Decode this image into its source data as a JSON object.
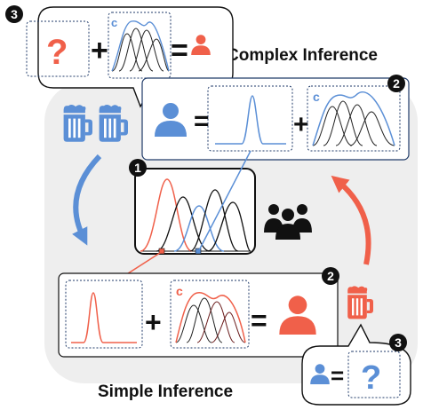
{
  "titles": {
    "complex": "Complex Inference",
    "simple": "Simple Inference"
  },
  "badges": {
    "step1": "1",
    "step2": "2",
    "step3": "3"
  },
  "symbols": {
    "question": "?",
    "plus": "+",
    "equals": "=",
    "context": "c"
  },
  "colors": {
    "blue": "#5b8fd6",
    "red": "#f0604a",
    "black": "#111111",
    "background": "#eeeeee",
    "dark_red": "#6b1d1d"
  },
  "icons": [
    "person-icon",
    "beer-mug-icon",
    "group-icon",
    "curved-arrow-icon"
  ]
}
